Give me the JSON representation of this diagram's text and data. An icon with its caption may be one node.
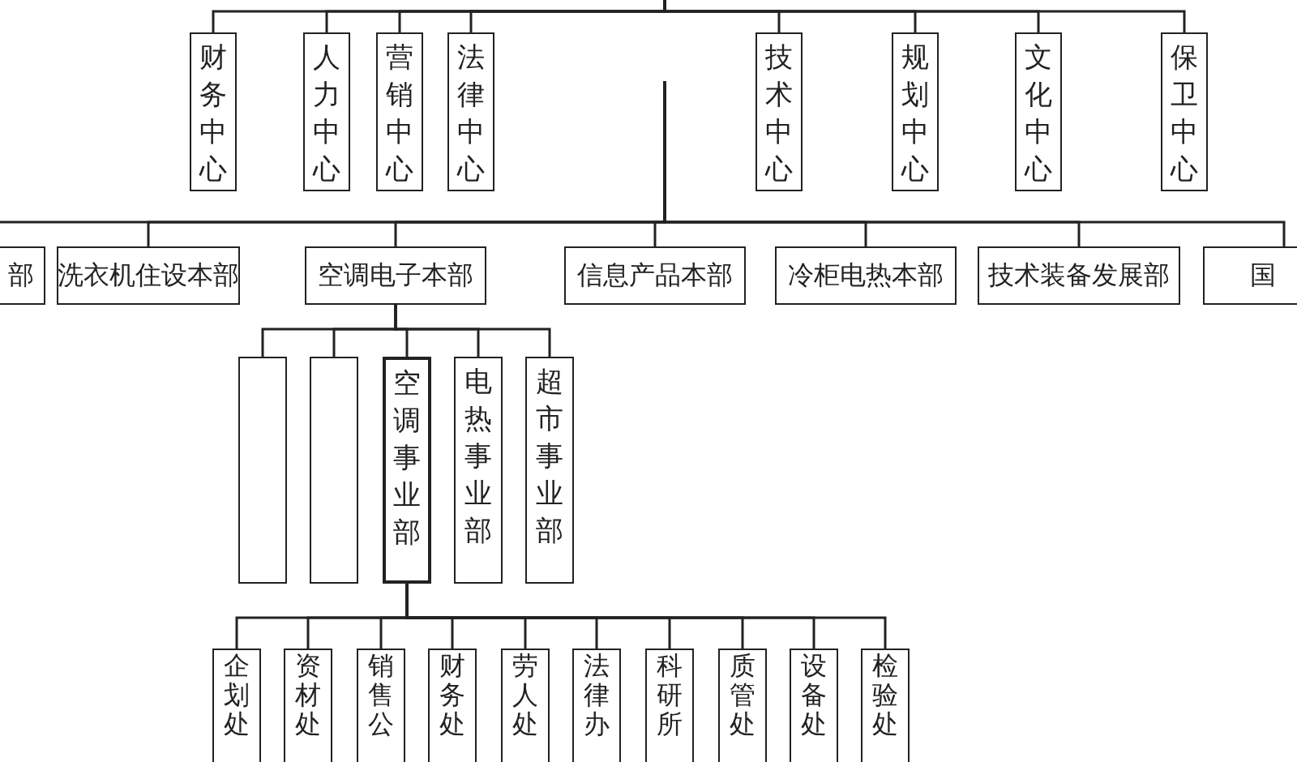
{
  "diagram": {
    "nodes": [
      {
        "text": [
          "财务中心"
        ]
      },
      {
        "text": [
          "人力中心"
        ]
      },
      {
        "text": [
          "营销中心"
        ]
      },
      {
        "text": [
          "法律中心"
        ]
      },
      {
        "text": [
          "技术中心"
        ]
      },
      {
        "text": [
          "规划中心"
        ]
      },
      {
        "text": [
          "文化中心"
        ]
      },
      {
        "text": [
          "保卫中心"
        ]
      },
      {
        "text": [
          "部"
        ]
      },
      {
        "text": [
          "洗衣机住设本部"
        ]
      },
      {
        "text": [
          "空调电子本部"
        ]
      },
      {
        "text": [
          "信息产品本部"
        ]
      },
      {
        "text": [
          "冷柜电热本部"
        ]
      },
      {
        "text": [
          "技术装备发展部"
        ]
      },
      {
        "text": [
          "国"
        ]
      },
      {
        "text": [],
        "shape": "box"
      },
      {
        "text": [],
        "shape": "box"
      },
      {
        "text": [
          "空调事业部"
        ]
      },
      {
        "text": [
          "电热事业部"
        ]
      },
      {
        "text": [
          "超市事业部"
        ]
      },
      {
        "text": [
          "企划处"
        ]
      },
      {
        "text": [
          "资材处"
        ]
      },
      {
        "text": [
          "销售公"
        ]
      },
      {
        "text": [
          "财务处"
        ]
      },
      {
        "text": [
          "劳人处"
        ]
      },
      {
        "text": [
          "法律办"
        ]
      },
      {
        "text": [
          "科研所"
        ]
      },
      {
        "text": [
          "质管处"
        ]
      },
      {
        "text": [
          "设备处"
        ]
      },
      {
        "text": [
          "检验处"
        ]
      }
    ],
    "edges": [
      {
        "from": null,
        "to": 0,
        "arrow": "none"
      },
      {
        "from": null,
        "to": 1,
        "arrow": "none"
      },
      {
        "from": null,
        "to": 2,
        "arrow": "none"
      },
      {
        "from": null,
        "to": 3,
        "arrow": "none"
      },
      {
        "from": null,
        "to": 4,
        "arrow": "none"
      },
      {
        "from": null,
        "to": 5,
        "arrow": "none"
      },
      {
        "from": null,
        "to": 6,
        "arrow": "none"
      },
      {
        "from": null,
        "to": 7,
        "arrow": "none"
      },
      {
        "from": null,
        "to": 8,
        "arrow": "none"
      },
      {
        "from": null,
        "to": 9,
        "arrow": "none"
      },
      {
        "from": null,
        "to": 10,
        "arrow": "none"
      },
      {
        "from": null,
        "to": 11,
        "arrow": "none"
      },
      {
        "from": null,
        "to": 12,
        "arrow": "none"
      },
      {
        "from": null,
        "to": 13,
        "arrow": "none"
      },
      {
        "from": null,
        "to": 14,
        "arrow": "none"
      },
      {
        "from": 10,
        "to": 15,
        "arrow": "none"
      },
      {
        "from": 10,
        "to": 16,
        "arrow": "none"
      },
      {
        "from": 10,
        "to": 17,
        "arrow": "none"
      },
      {
        "from": 10,
        "to": 18,
        "arrow": "none"
      },
      {
        "from": 10,
        "to": 19,
        "arrow": "none"
      },
      {
        "from": 17,
        "to": 20,
        "arrow": "none"
      },
      {
        "from": 17,
        "to": 21,
        "arrow": "none"
      },
      {
        "from": 17,
        "to": 22,
        "arrow": "none"
      },
      {
        "from": 17,
        "to": 23,
        "arrow": "none"
      },
      {
        "from": 17,
        "to": 24,
        "arrow": "none"
      },
      {
        "from": 17,
        "to": 25,
        "arrow": "none"
      },
      {
        "from": 17,
        "to": 26,
        "arrow": "none"
      },
      {
        "from": 17,
        "to": 27,
        "arrow": "none"
      },
      {
        "from": 17,
        "to": 28,
        "arrow": "none"
      },
      {
        "from": 17,
        "to": 29,
        "arrow": "none"
      }
    ]
  }
}
